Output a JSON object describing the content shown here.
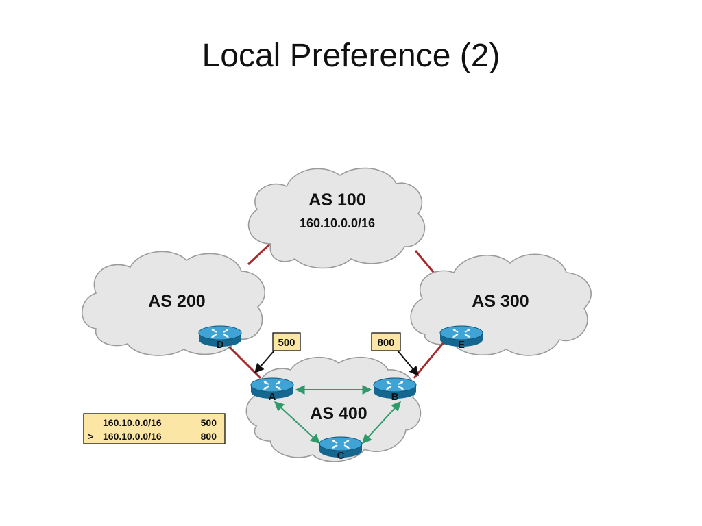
{
  "slide": {
    "title": "Local Preference (2)"
  },
  "clouds": {
    "as100": {
      "label": "AS 100",
      "prefix": "160.10.0.0/16"
    },
    "as200": {
      "label": "AS 200"
    },
    "as300": {
      "label": "AS 300"
    },
    "as400": {
      "label": "AS 400"
    }
  },
  "routers": {
    "a": "A",
    "b": "B",
    "c": "C",
    "d": "D",
    "e": "E"
  },
  "pref_tags": {
    "left": "500",
    "right": "800"
  },
  "route_table": {
    "rows": [
      {
        "marker": "",
        "prefix": "160.10.0.0/16",
        "pref": "500"
      },
      {
        "marker": ">",
        "prefix": "160.10.0.0/16",
        "pref": "800"
      }
    ]
  },
  "colors": {
    "ebgp_link": "#a52a2a",
    "ibgp_link": "#2e9a6a",
    "router_body": "#1f86b8",
    "tag_fill": "#fce6a6"
  }
}
